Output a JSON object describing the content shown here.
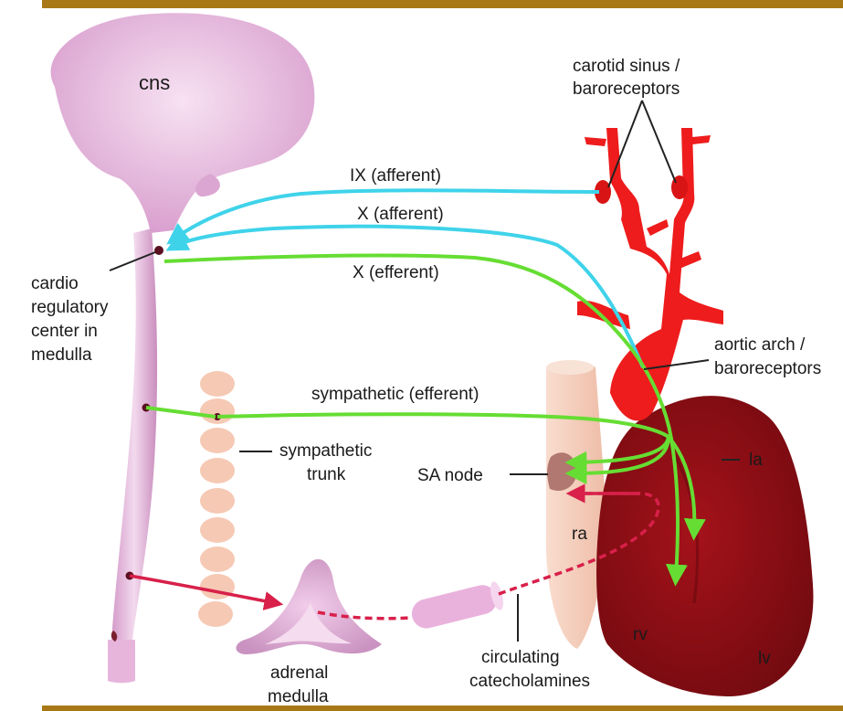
{
  "colors": {
    "top_bar": "#a87816",
    "bottom_bar": "#a87816",
    "afferent": "#3fd3ea",
    "efferent": "#66dd33",
    "hormone": "#d8204a",
    "cns": "#e7b5dc",
    "artery": "#ee1c1c",
    "heart": "#8a0c12",
    "atrium": "#f6d2c0",
    "sympathetic_trunk": "#f6c9b4"
  },
  "labels": {
    "cns": "cns",
    "carotid_line1": "carotid sinus /",
    "carotid_line2": "baroreceptors",
    "ix_afferent": "IX (afferent)",
    "x_afferent": "X (afferent)",
    "x_efferent": "X (efferent)",
    "cardio_line1": "cardio",
    "cardio_line2": "regulatory",
    "cardio_line3": "center in",
    "cardio_line4": "medulla",
    "aortic_line1": "aortic arch /",
    "aortic_line2": "baroreceptors",
    "sympathetic_efferent": "sympathetic (efferent)",
    "trunk_line1": "sympathetic",
    "trunk_line2": "trunk",
    "sa_node": "SA node",
    "la": "la",
    "ra": "ra",
    "rv": "rv",
    "lv": "lv",
    "circulating_line1": "circulating",
    "circulating_line2": "catecholamines",
    "adrenal_line1": "adrenal",
    "adrenal_line2": "medulla"
  }
}
